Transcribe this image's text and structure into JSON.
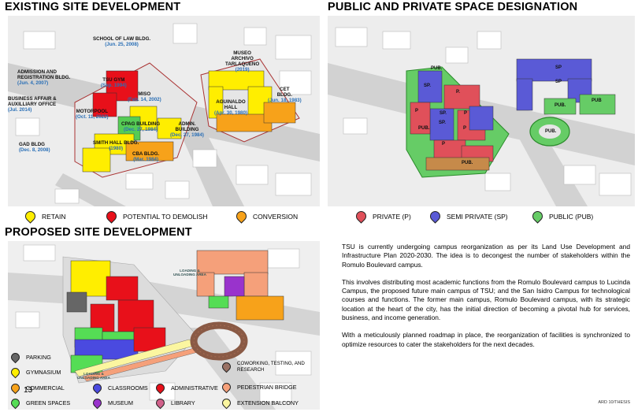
{
  "titles": {
    "existing": "EXISTING SITE DEVELOPMENT",
    "space": "PUBLIC AND PRIVATE SPACE DESIGNATION",
    "proposed": "PROPOSED SITE DEVELOPMENT"
  },
  "existing_labels": {
    "school_of_law": {
      "name": "SCHOOL OF LAW BLDG.",
      "date": "(Jun. 25, 2008)"
    },
    "admission": {
      "name": "ADMISSION AND\nREGISTRATION BLDG.",
      "date": "(Jun. 4, 2007)"
    },
    "tsu_gym": {
      "name": "TSU GYM",
      "date": "(Sep. 1994)"
    },
    "business": {
      "name": "BUSINESS AFFAIR &\nAUXILLIARY OFFICE",
      "date": "(Jul. 2014)"
    },
    "miso": {
      "name": "MISO",
      "date": "(Feb. 14, 2002)"
    },
    "motorpool": {
      "name": "MOTORPOOL",
      "date": "(Oct. 11, 2022)"
    },
    "cpag": {
      "name": "CPAG BUILDING",
      "date": "(Dec. 27, 1984)"
    },
    "admin": {
      "name": "ADMIN.\nBUILDING",
      "date": "(Dec. 27, 1984)"
    },
    "smith": {
      "name": "SMITH HALL BLDG.",
      "date": "(1980)"
    },
    "gad": {
      "name": "GAD BLDG",
      "date": "(Dec. 8, 2008)"
    },
    "cba": {
      "name": "CBA BLDG.",
      "date": "(Mar. 1984)"
    },
    "museo": {
      "name": "MUSEO\nARCHIVO\nTARLAQUENO",
      "date": "(2019)"
    },
    "aguinaldo": {
      "name": "AGUINALDO\nHALL",
      "date": "(Apr. 30, 1980)"
    },
    "cet": {
      "name": "CET\nBLDG.",
      "date": "(Jun. 18, 1983)"
    }
  },
  "existing_legend": [
    {
      "label": "RETAIN",
      "color": "#ffee00"
    },
    {
      "label": "POTENTIAL TO DEMOLISH",
      "color": "#e8101a"
    },
    {
      "label": "CONVERSION",
      "color": "#f7a21a"
    }
  ],
  "space_labels": {
    "pub1": "PUB.",
    "sp1": "SP.",
    "p1": "P.",
    "p2": "P",
    "p3": "P",
    "sp2": "SP.",
    "pub2": "PUB.",
    "sp3": "SP.",
    "p4": "P",
    "p5": "P",
    "pub3": "PUB.",
    "sp4": "SP",
    "sp5": "SP",
    "pub4": "PUB.",
    "pub5": "PUB",
    "pub6": "PUB."
  },
  "space_legend": [
    {
      "label": "PRIVATE (P)",
      "color": "#e0505a"
    },
    {
      "label": "SEMI PRIVATE (SP)",
      "color": "#5a5ad6"
    },
    {
      "label": "PUBLIC (PUB)",
      "color": "#66cc66"
    }
  ],
  "proposed_labels": {
    "loading1": "LOADING &\nUNLOADING AREA",
    "loading2": "LOADING &\nUNLOADING AREA"
  },
  "proposed_legend": [
    {
      "label": "PARKING",
      "color": "#666666"
    },
    {
      "label": "GYMNASIUM",
      "color": "#ffee00"
    },
    {
      "label": "COMMERCIAL",
      "color": "#f7a21a"
    },
    {
      "label": "CLASSROOMS",
      "color": "#4a4ae0"
    },
    {
      "label": "ADMINISTRATIVE",
      "color": "#e8101a"
    },
    {
      "label": "GREEN SPACES",
      "color": "#55dd55"
    },
    {
      "label": "MUSEUM",
      "color": "#9933cc"
    },
    {
      "label": "LIBRARY",
      "color": "#d0608a"
    },
    {
      "label": "COWORKING, TESTING, AND\nRESEARCH",
      "color": "#9a7265"
    },
    {
      "label": "PEDESTRIAN BRIDGE",
      "color": "#f5a07a"
    },
    {
      "label": "EXTENSION BALCONY",
      "color": "#fbf6a0"
    }
  ],
  "page_number": "13",
  "paragraphs": [
    "TSU is currently undergoing campus reorganization as per its Land Use Development and Infrastructure Plan 2020-2030. The idea is to decongest the number of stakeholders within the Romulo Boulevard campus.",
    "This involves distributing most academic functions from the Romulo Boulevard campus to Lucinda Campus, the proposed future main campus of TSU; and the San Isidro Campus for technological courses and functions. The former main campus, Romulo Boulevard campus, with its strategic location at the heart of the city, has the initial direction of becoming a pivotal hub for services, business, and income generation.",
    "With a meticulously planned roadmap in place, the reorganization of facilities is synchronized to optimize resources to cater the stakeholders for the next decades."
  ],
  "footer": "ARD 10/THESIS"
}
